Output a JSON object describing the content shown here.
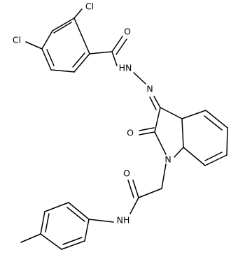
{
  "molecule": {
    "line_color": "#000000",
    "background": "#ffffff",
    "atom_labels": {
      "cl_ring_ortho": "Cl",
      "cl_ring_para": "Cl",
      "carbonyl_o_benzoyl": "O",
      "hydrazide_nh": "HN",
      "hydrazone_n": "N",
      "oxindole_o": "O",
      "indole_n": "N",
      "acetamide_o": "O",
      "amide_nh": "NH"
    }
  }
}
